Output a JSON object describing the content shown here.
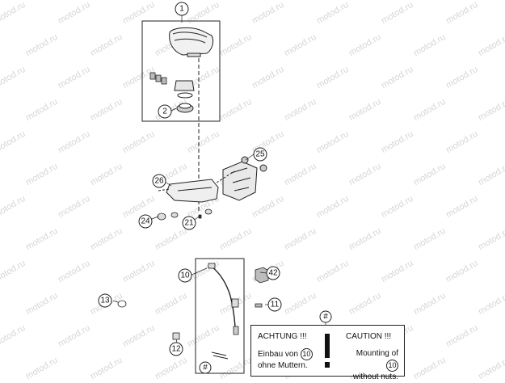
{
  "watermark": "motod.ru",
  "callouts": [
    {
      "id": "c1",
      "label": "1"
    },
    {
      "id": "c2",
      "label": "2"
    },
    {
      "id": "c25",
      "label": "25"
    },
    {
      "id": "c26",
      "label": "26"
    },
    {
      "id": "c24",
      "label": "24"
    },
    {
      "id": "c21",
      "label": "21"
    },
    {
      "id": "c10",
      "label": "10"
    },
    {
      "id": "c42",
      "label": "42"
    },
    {
      "id": "c13",
      "label": "13"
    },
    {
      "id": "c11",
      "label": "11"
    },
    {
      "id": "c12",
      "label": "12"
    },
    {
      "id": "chash",
      "label": "#"
    },
    {
      "id": "cnote",
      "label": "#"
    }
  ],
  "note": {
    "title_de": "ACHTUNG !!!",
    "title_en": "CAUTION !!!",
    "de_line1_prefix": "Einbau von",
    "de_ref": "10",
    "de_line2": "ohne Muttern.",
    "en_line1_prefix": "Mounting of",
    "en_ref": "10",
    "en_line2": "without nuts."
  },
  "colors": {
    "line": "#222222",
    "watermark": "#d6d6d6"
  }
}
